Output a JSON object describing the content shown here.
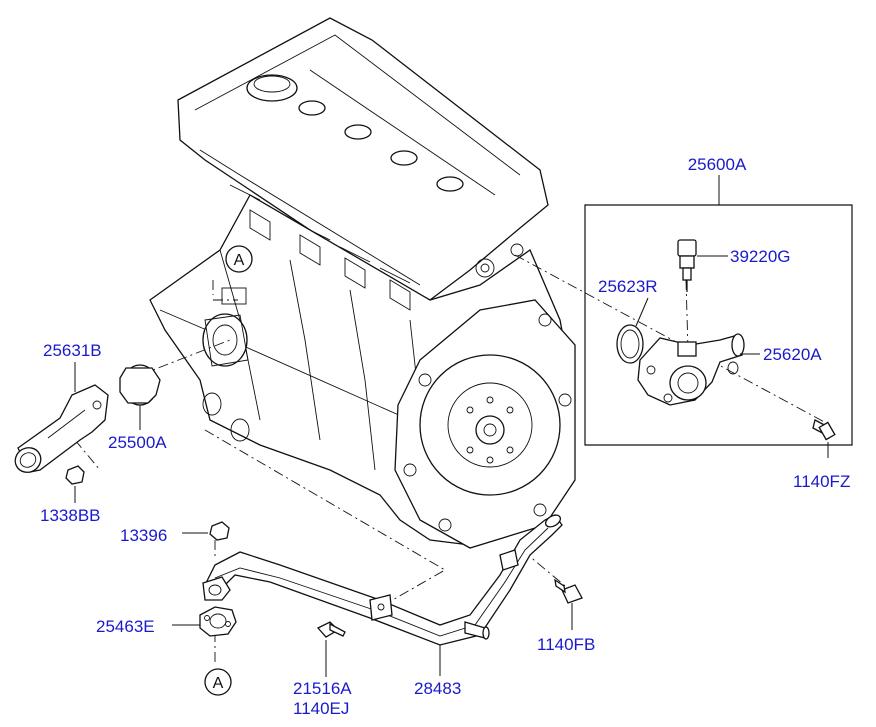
{
  "labels": {
    "p25600A": "25600A",
    "p39220G": "39220G",
    "p25623R": "25623R",
    "p25620A": "25620A",
    "p1140FZ": "1140FZ",
    "p25631B": "25631B",
    "p25500A": "25500A",
    "p1338BB": "1338BB",
    "p13396": "13396",
    "p25463E": "25463E",
    "p1140FB": "1140FB",
    "p21516A": "21516A",
    "p1140EJ": "1140EJ",
    "p28483": "28483"
  },
  "refs": {
    "a_top": "A",
    "a_bottom": "A"
  },
  "colors": {
    "label": "#1a1acc",
    "line": "#111111"
  }
}
